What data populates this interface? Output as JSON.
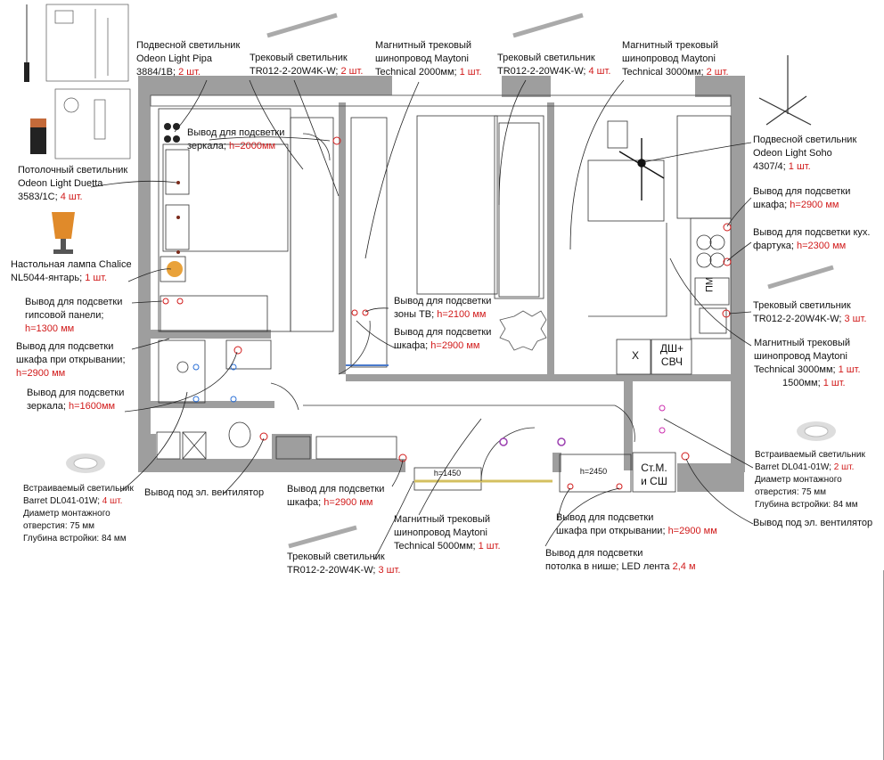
{
  "labels": {
    "pendant_pipa": {
      "l1": "Подвесной светильник",
      "l2": "Odeon Light Pipa",
      "l3": "3884/1B; ",
      "q": "2 шт."
    },
    "track_bedroom": {
      "l1": "Трековый светильник",
      "l2": "TR012-2-20W4K-W; ",
      "q": "2 шт."
    },
    "rail_2000": {
      "l1": "Магнитный трековый",
      "l2": "шинопровод Maytoni",
      "l3": "Technical 2000мм; ",
      "q": "1 шт."
    },
    "track_living": {
      "l1": "Трековый светильник",
      "l2": "TR012-2-20W4K-W; ",
      "q": "4 шт."
    },
    "rail_3000_top": {
      "l1": "Магнитный трековый",
      "l2": "шинопровод Maytoni",
      "l3": "Technical 3000мм; ",
      "q": "2 шт."
    },
    "mirror_2000": {
      "l1": "Вывод для подсветки",
      "l2": "зеркала; ",
      "q": "h=2000мм"
    },
    "duetta": {
      "l1": "Потолочный светильник",
      "l2": "Odeon Light Duetta",
      "l3": "3583/1C; ",
      "q": "4 шт."
    },
    "lamp": {
      "l1": "Настольная лампа Chalice",
      "l2": "NL5044-янтарь; ",
      "q": "1 шт."
    },
    "gypsum": {
      "l1": "Вывод для подсветки",
      "l2": "гипсовой панели;",
      "q": "h=1300 мм"
    },
    "wardrobe_open_l": {
      "l1": "Вывод для подсветки",
      "l2": "шкафа при открывании;",
      "q": "h=2900 мм"
    },
    "mirror_1600": {
      "l1": "Вывод для подсветки",
      "l2": "зеркала; ",
      "q": "h=1600мм"
    },
    "barret_l": {
      "l1": "Встраиваемый светильник",
      "l2": "Barret DL041-01W; ",
      "q": "4 шт.",
      "l3": "Диаметр монтажного",
      "l4": "отверстия: 75 мм",
      "l5": "Глубина встройки: 84 мм"
    },
    "fan_l": {
      "l1": "Вывод под эл. вентилятор"
    },
    "tv": {
      "l1": "Вывод для подсветки",
      "l2": "зоны ТВ; ",
      "q": "h=2100 мм"
    },
    "wardrobe_mid": {
      "l1": "Вывод для подсветки",
      "l2": "шкафа; ",
      "q": "h=2900 мм"
    },
    "wardrobe_hall": {
      "l1": "Вывод для подсветки",
      "l2": "шкафа; ",
      "q": "h=2900 мм"
    },
    "rail_5000": {
      "l1": "Магнитный трековый",
      "l2": "шинопровод Maytoni",
      "l3": "Technical 5000мм; ",
      "q": "1 шт."
    },
    "track_hall": {
      "l1": "Трековый светильник",
      "l2": "TR012-2-20W4K-W; ",
      "q": "3 шт."
    },
    "wardrobe_open_r": {
      "l1": "Вывод для подсветки",
      "l2": "шкафа при открывании; ",
      "q": "h=2900 мм"
    },
    "niche": {
      "l1": "Вывод для подсветки",
      "l2": "потолка в нише; LED лента ",
      "q": "2,4 м"
    },
    "soho": {
      "l1": "Подвесной светильник",
      "l2": "Odeon Light Soho",
      "l3": "4307/4; ",
      "q": "1 шт."
    },
    "wardrobe_kitchen": {
      "l1": "Вывод для подсветки",
      "l2": "шкафа; ",
      "q": "h=2900 мм"
    },
    "apron": {
      "l1": "Вывод для подсветки кух.",
      "l2": "фартука; ",
      "q": "h=2300 мм"
    },
    "track_kitchen": {
      "l1": "Трековый светильник",
      "l2": "TR012-2-20W4K-W; ",
      "q": "3 шт."
    },
    "rail_kitchen": {
      "l1": "Магнитный трековый",
      "l2": "шинопровод Maytoni",
      "l3": "Technical 3000мм; ",
      "q": "1 шт.",
      "l4": "1500мм; ",
      "q2": "1 шт."
    },
    "barret_r": {
      "l1": "Встраиваемый светильник",
      "l2": "Barret DL041-01W; ",
      "q": "2 шт.",
      "l3": "Диаметр монтажного",
      "l4": "отверстия: 75 мм",
      "l5": "Глубина встройки: 84 мм"
    },
    "fan_r": {
      "l1": "Вывод под эл. вентилятор"
    }
  },
  "rooms": {
    "x_box": "Х",
    "dsh_l1": "ДШ+",
    "dsh_l2": "СВЧ",
    "stm_l1": "Ст.М.",
    "stm_l2": "и СШ",
    "pm": "ПМ",
    "h1450": "h=1450",
    "h2450": "h=2450"
  },
  "colors": {
    "wall": "#9e9e9e",
    "line": "#222222",
    "accent": "#d11a1a",
    "purple": "#9b3fb0",
    "socket_blue": "#2a6fd6"
  }
}
